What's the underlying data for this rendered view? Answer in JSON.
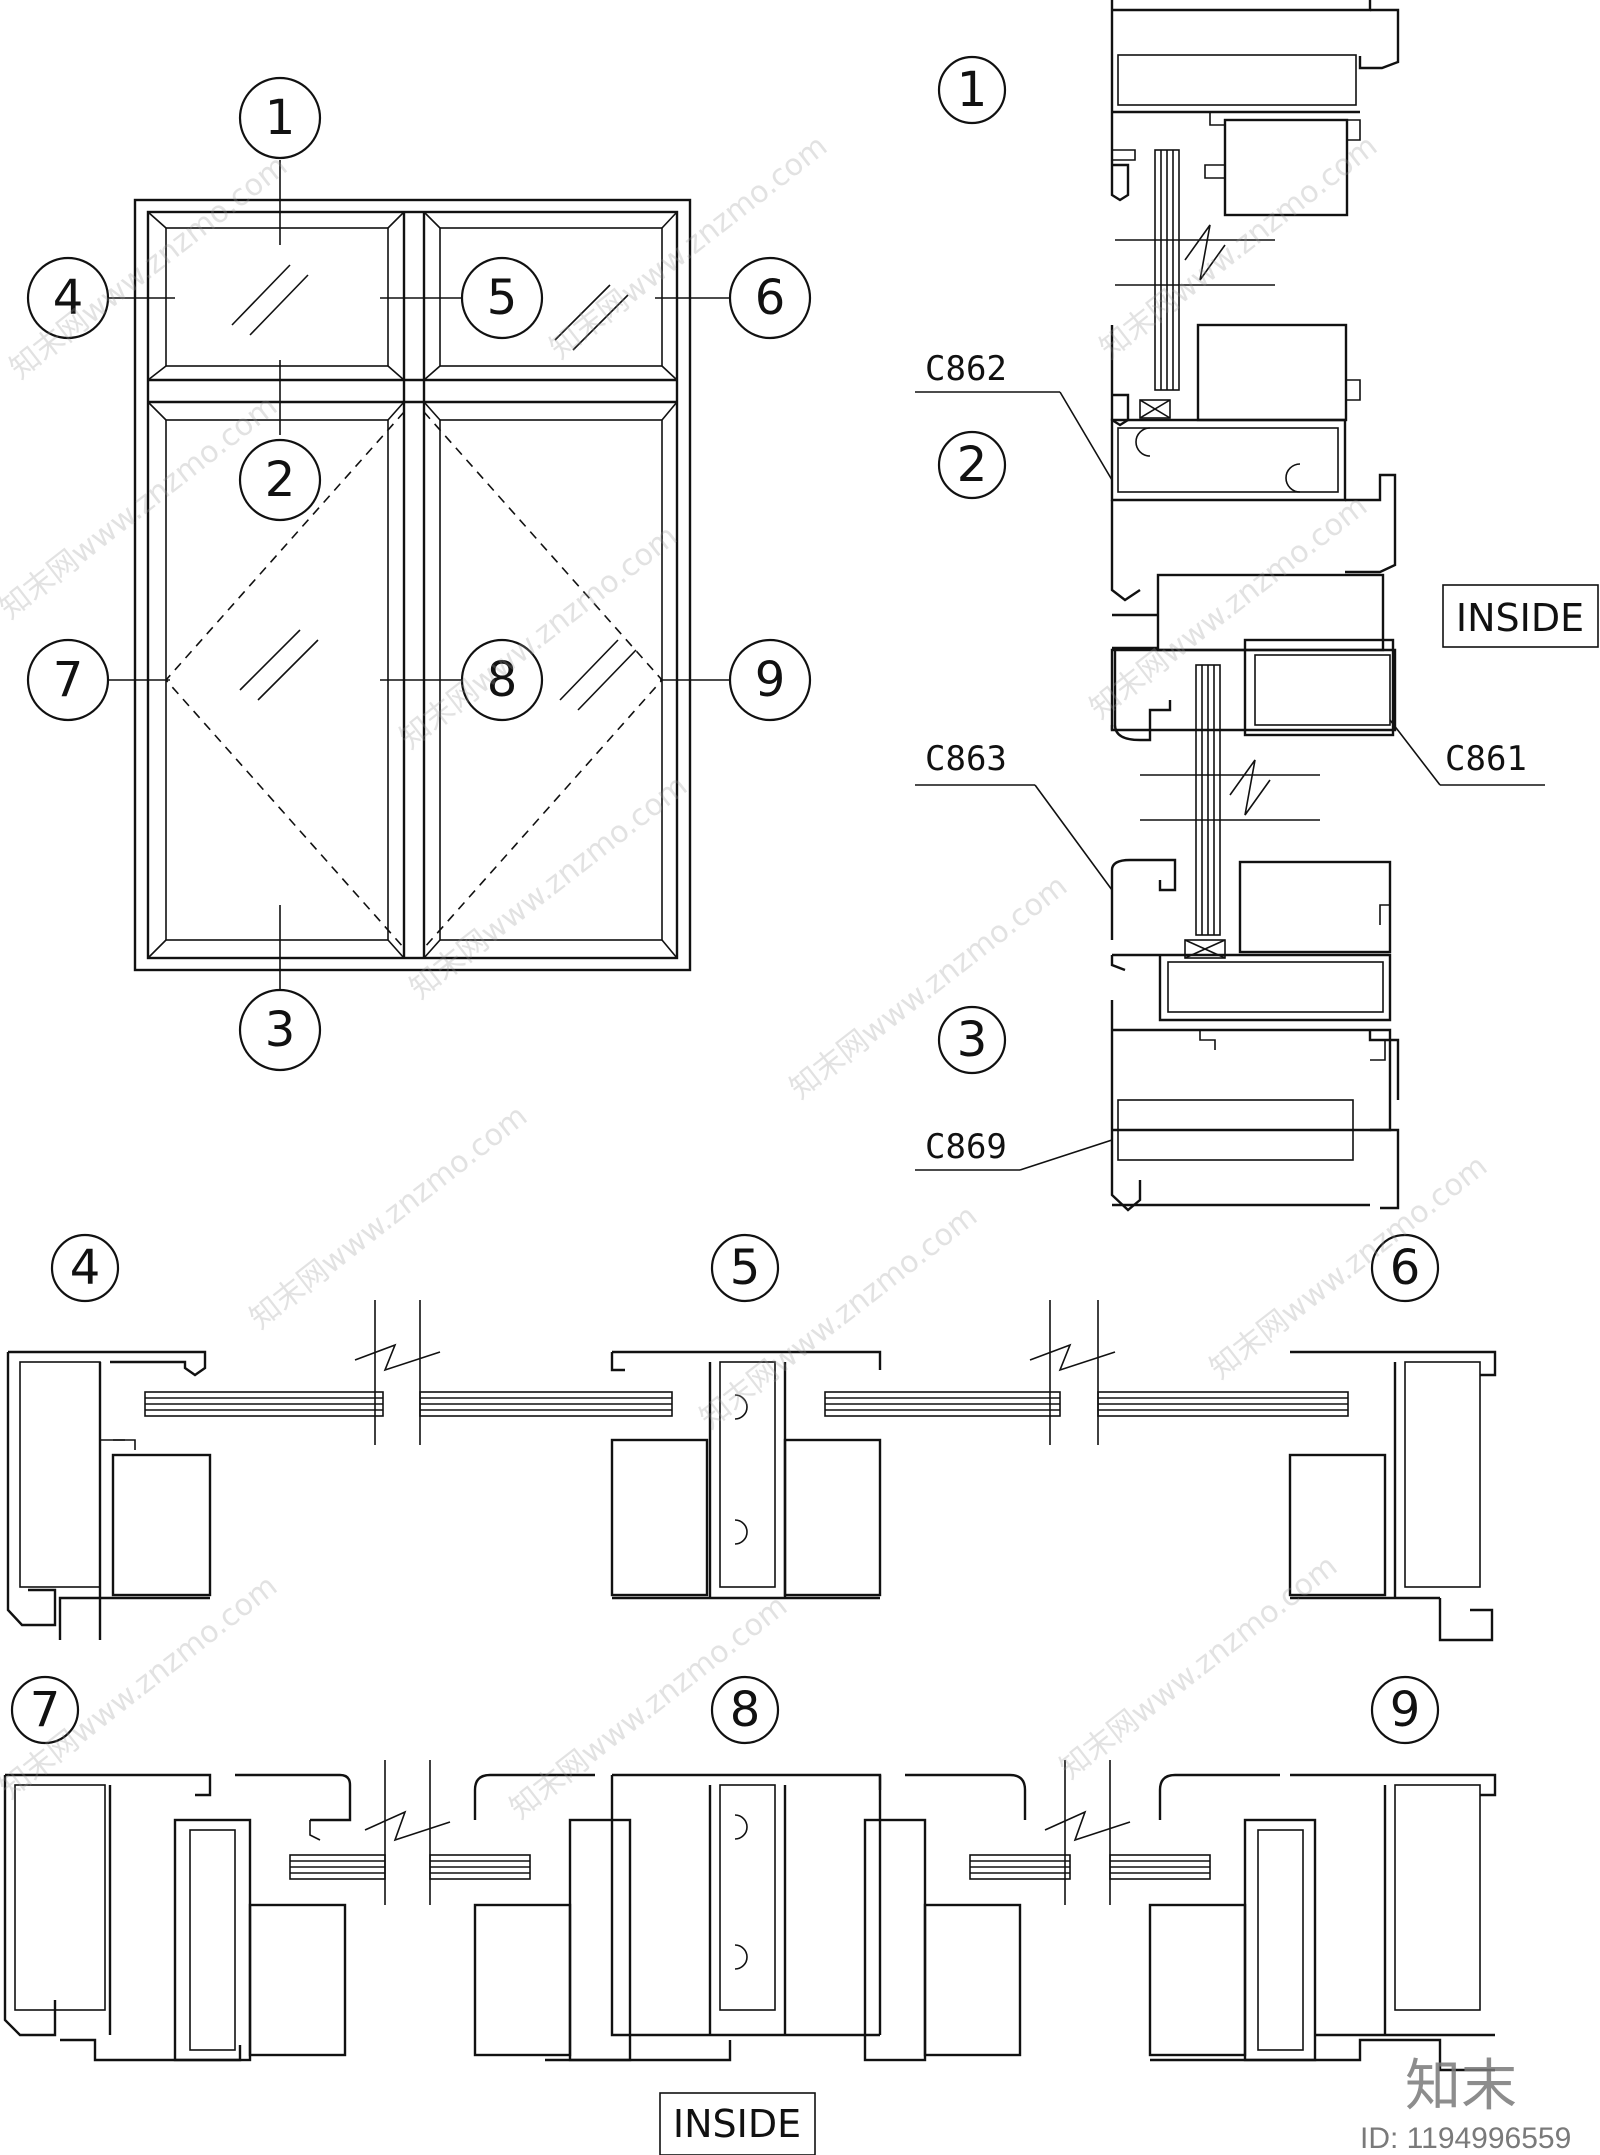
{
  "bubbles": {
    "b1": "1",
    "b2": "2",
    "b3": "3",
    "b4": "4",
    "b5": "5",
    "b6": "6",
    "b7": "7",
    "b8": "8",
    "b9": "9"
  },
  "labels": {
    "c862": "C862",
    "c861": "C861",
    "c863": "C863",
    "c869": "C869",
    "inside_vertical": "INSIDE",
    "inside_bottom": "INSIDE"
  },
  "watermark": {
    "text": "知末网www.znzmo.com"
  },
  "branding": {
    "logo": "知末",
    "id": "ID: 1194996559"
  },
  "colors": {
    "line": "#111111",
    "watermark": "#9a9a9a",
    "background": "#ffffff"
  }
}
